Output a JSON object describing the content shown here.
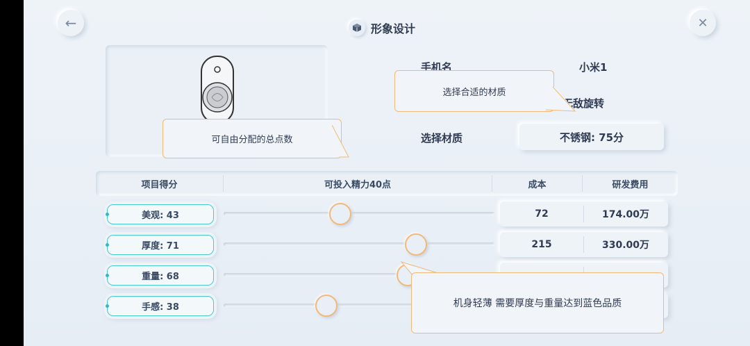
{
  "header": {
    "title": "形象设计",
    "back_icon": "←",
    "close_icon": "✕"
  },
  "info": {
    "phone_name_label": "手机名",
    "phone_name_value": "小米1",
    "design_value": "无敌旋转",
    "material_label": "选择材质",
    "material_value": "不锈钢: 75分"
  },
  "table": {
    "col_score": "项目得分",
    "col_energy": "可投入精力40点",
    "col_cost": "成本",
    "col_rd": "研发费用"
  },
  "rows": [
    {
      "label": "美观: 43",
      "level": 43,
      "cost": "72",
      "rd": "174.00万"
    },
    {
      "label": "厚度: 71",
      "level": 71,
      "cost": "215",
      "rd": "330.00万"
    },
    {
      "label": "重量: 68",
      "level": 68,
      "cost": "",
      "rd": ""
    },
    {
      "label": "手感: 38",
      "level": 38,
      "cost": "",
      "rd": ""
    }
  ],
  "tips": {
    "material_tip": "选择合适的材质",
    "points_tip": "可自由分配的总点数",
    "quality_tip": "机身轻薄 需要厚度与重量达到蓝色品质"
  },
  "colors": {
    "accent_orange": "#f2b978",
    "accent_teal": "#48c8cf",
    "text_dark": "#2f3b52"
  }
}
